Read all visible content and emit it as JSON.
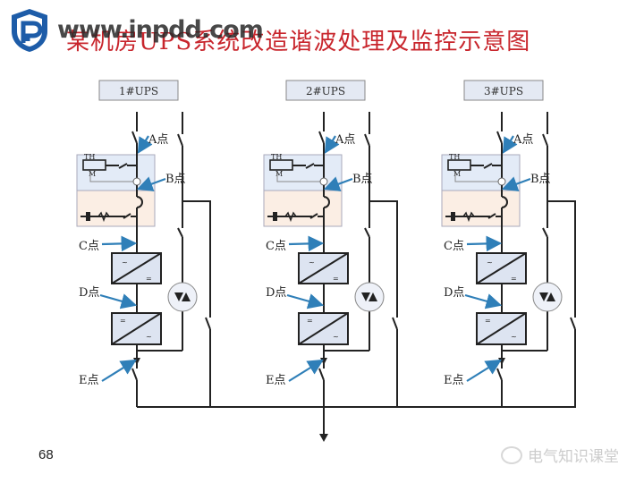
{
  "slide": {
    "title": "某机房UPS系统改造谐波处理及监控示意图",
    "page_number": "68"
  },
  "watermarks": {
    "site": "www.inpdd.com",
    "wechat": "电气知识课堂"
  },
  "colors": {
    "title": "#c8252c",
    "logo": "#1d5ca8",
    "pointer_arrow": "#2f7fb8",
    "breaker_panel": "#e3ebf7",
    "battery_panel": "#fbeee4",
    "converter_fill": "#dde4f1",
    "label_box_fill": "#e4e9f3"
  },
  "diagram": {
    "units": [
      {
        "label": "1#UPS"
      },
      {
        "label": "2#UPS"
      },
      {
        "label": "3#UPS"
      }
    ],
    "points": {
      "A": "A点",
      "B": "B点",
      "C": "C点",
      "D": "D点",
      "E": "E点"
    },
    "symbols": {
      "thermal": "TH",
      "motor": "M",
      "ac": "~",
      "dc": "="
    }
  }
}
